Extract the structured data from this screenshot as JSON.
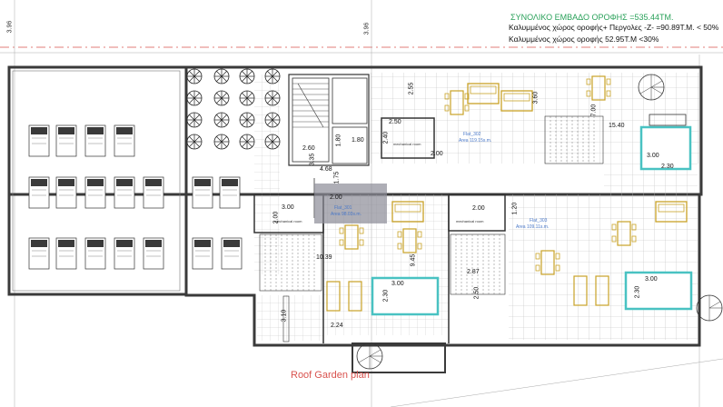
{
  "header": {
    "total_area": "ΣΥΝΟΛΙΚΟ ΕΜΒΑΔΟ ΟΡΟΦΗΣ =535.44ΤΜ.",
    "covered_with_pergolas": "Καλυμμένος χώρος οροφής+ Περγολες  -Z- =90.89Τ.Μ.  < 50%",
    "covered": "Καλυμμένος χώρος οροφής 52.95Τ.Μ <30%"
  },
  "plan_title": "Roof Garden plan",
  "dimensions": {
    "left_margin": "3.96",
    "center_margin": "3.96",
    "d255": "2.55",
    "d360": "3.60",
    "d700": "7.00",
    "d1540": "15.40",
    "d250": "2.50",
    "d240": "2.40",
    "d260": "2.60",
    "d180a": "1.80",
    "d180b": "1.80",
    "d335": "3.35",
    "d468": "4.68",
    "d175": "1.75",
    "d200a": "2.00",
    "d200b": "2.00",
    "d300a": "3.00",
    "d200c": "2.00",
    "d200d": "2.00",
    "d120": "1.20",
    "d300b": "3.00",
    "d300c": "3.00",
    "d300d": "3.00",
    "d230a": "2.30",
    "d230b": "2.30",
    "d230c": "2.30",
    "d1039": "10.39",
    "d945": "9.45",
    "d287": "2.87",
    "d250b": "2.50",
    "d224": "2.24",
    "d310": "3.10"
  },
  "rooms": {
    "flat302": "Flat_302",
    "area302": "Area 119.15s.m.",
    "flat301": "Flat_301",
    "area301": "Area 98.03s.m.",
    "flat303": "Flat_303",
    "area303": "Area 109.11s.m.",
    "mech": "mechanical room"
  },
  "colors": {
    "wall": "#3a3a3a",
    "grid": "#b8b8b8",
    "furniture": "#c9a227",
    "pool": "#49c2c2",
    "title": "#d9534f",
    "header_green": "#2aa15a",
    "axis_red": "#d9534f",
    "dim_blue": "#4a78c8"
  }
}
